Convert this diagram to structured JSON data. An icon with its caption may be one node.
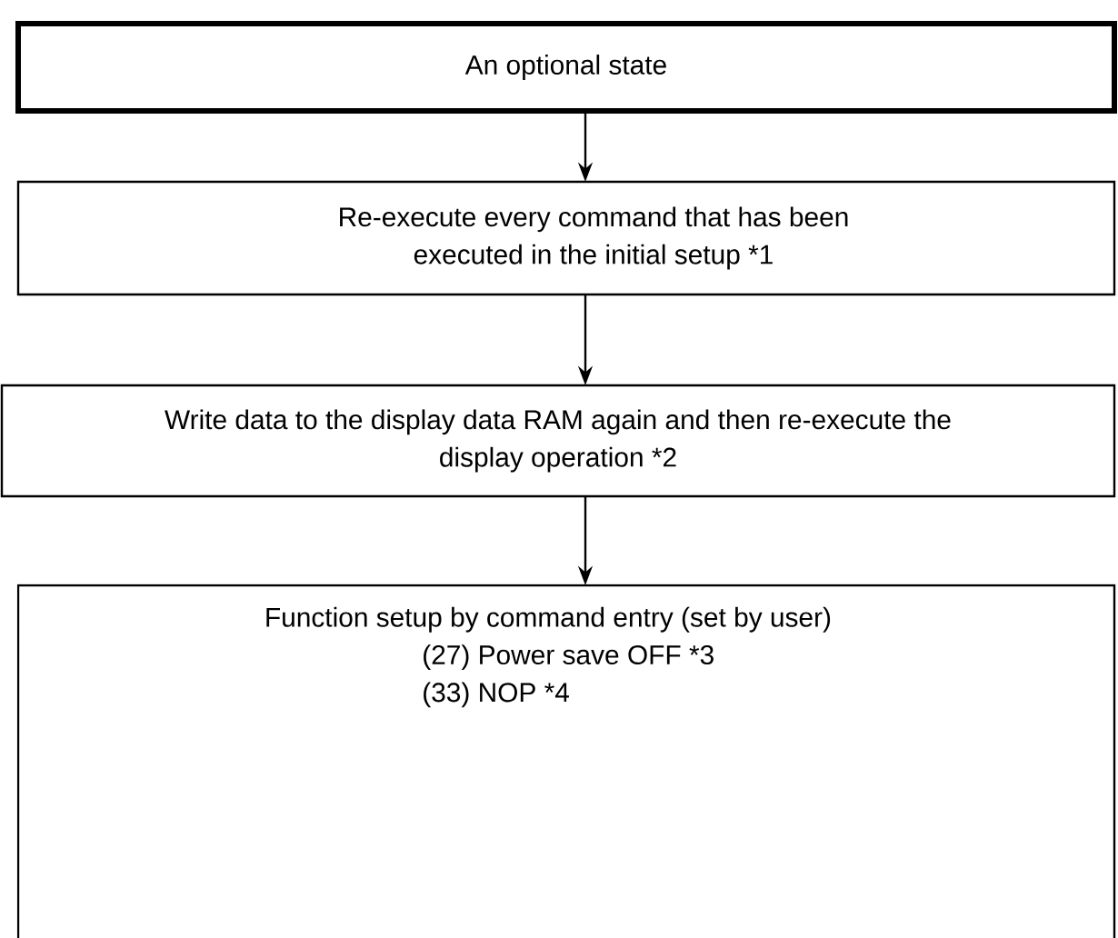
{
  "diagram": {
    "nodes": [
      {
        "text": [
          "An optional state"
        ]
      },
      {
        "text": [
          "Re-execute every command that has been executed in the initial setup *1"
        ]
      },
      {
        "text": [
          "Write data to the display data RAM again and then re-execute the display operation *2"
        ]
      },
      {
        "text": [
          "Function setup by command entry (set by user)",
          "(27) Power save OFF *3",
          "(33) NOP *4"
        ]
      }
    ],
    "edges": [
      {
        "from": 0,
        "to": 1,
        "arrow": "to"
      },
      {
        "from": 1,
        "to": 2,
        "arrow": "to"
      },
      {
        "from": 2,
        "to": 3,
        "arrow": "to"
      }
    ]
  }
}
